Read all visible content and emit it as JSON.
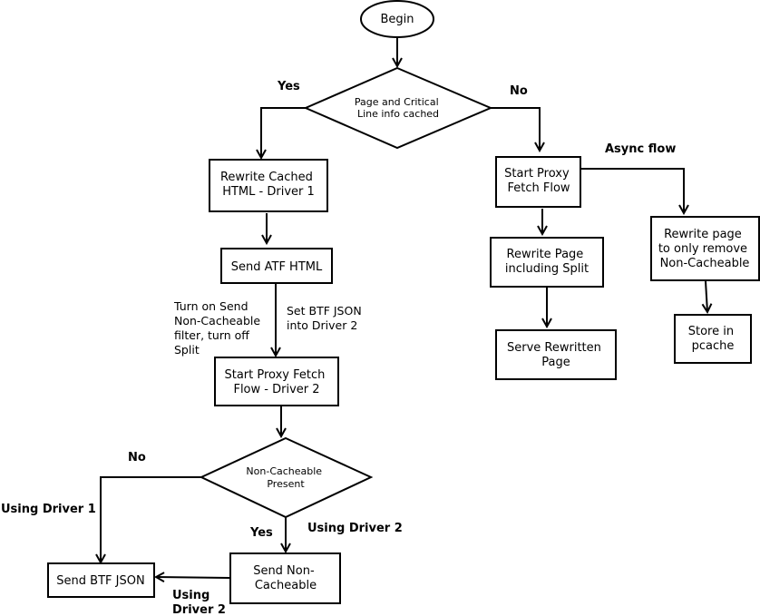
{
  "nodes": {
    "begin": [
      "Begin"
    ],
    "decision_cached": [
      "Page and Critical",
      "Line info cached"
    ],
    "rewrite_cached": [
      "Rewrite Cached",
      "HTML - Driver 1"
    ],
    "send_atf": [
      "Send ATF HTML"
    ],
    "start_proxy_driver2": [
      "Start Proxy Fetch",
      "Flow - Driver 2"
    ],
    "decision_noncacheable": [
      "Non-Cacheable",
      "Present"
    ],
    "send_btf_json": [
      "Send BTF JSON"
    ],
    "send_noncacheable": [
      "Send Non-",
      "Cacheable"
    ],
    "start_proxy_fetch": [
      "Start Proxy",
      "Fetch Flow"
    ],
    "rewrite_split": [
      "Rewrite Page",
      "including Split"
    ],
    "serve_rewritten": [
      "Serve Rewritten",
      "Page"
    ],
    "rewrite_remove": [
      "Rewrite page",
      "to only remove",
      "Non-Cacheable"
    ],
    "store_pcache": [
      "Store in",
      "pcache"
    ]
  },
  "edge_labels": {
    "yes_cached": [
      "Yes"
    ],
    "no_cached": [
      "No"
    ],
    "async_flow": [
      "Async flow"
    ],
    "turn_on_filter": [
      "Turn on Send",
      "Non-Cacheable",
      "filter, turn off",
      "Split"
    ],
    "set_btf_json": [
      "Set BTF JSON",
      "into Driver 2"
    ],
    "no_noncacheable": [
      "No"
    ],
    "yes_noncacheable": [
      "Yes"
    ],
    "using_driver1": [
      "Using Driver 1"
    ],
    "using_driver2_top": [
      "Using Driver 2"
    ],
    "using_driver2_bottom": [
      "Using",
      "Driver 2"
    ]
  }
}
